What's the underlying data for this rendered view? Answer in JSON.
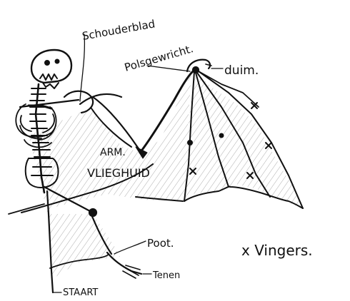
{
  "labels": {
    "shoulder_blade": "Schouderblad",
    "wrist": "Polsgewricht.",
    "thumb": "duim.",
    "arm": "ARM.",
    "wing_membrane": "VLIEGHUID",
    "leg": "Poot.",
    "fingers": "x Vingers.",
    "toes": "Tenen",
    "tail": "STAART"
  },
  "colors": {
    "ink": "#111111",
    "paper": "#ffffff",
    "hatch": "#8a8a8a"
  }
}
